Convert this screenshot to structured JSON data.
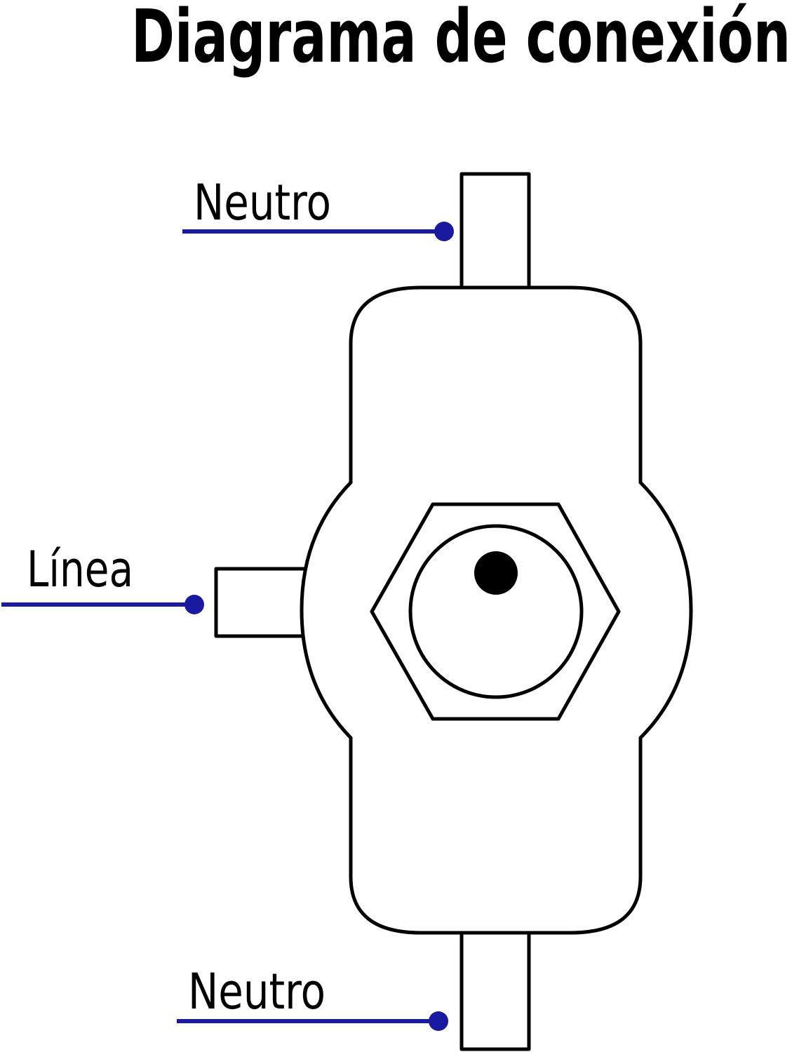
{
  "title": "Diagrama de conexión",
  "labels": {
    "top_neutral": "Neutro",
    "line": "Línea",
    "bottom_neutral": "Neutro"
  },
  "colors": {
    "wire": "#1a1aa0",
    "stroke": "#000000",
    "background": "#ffffff"
  }
}
